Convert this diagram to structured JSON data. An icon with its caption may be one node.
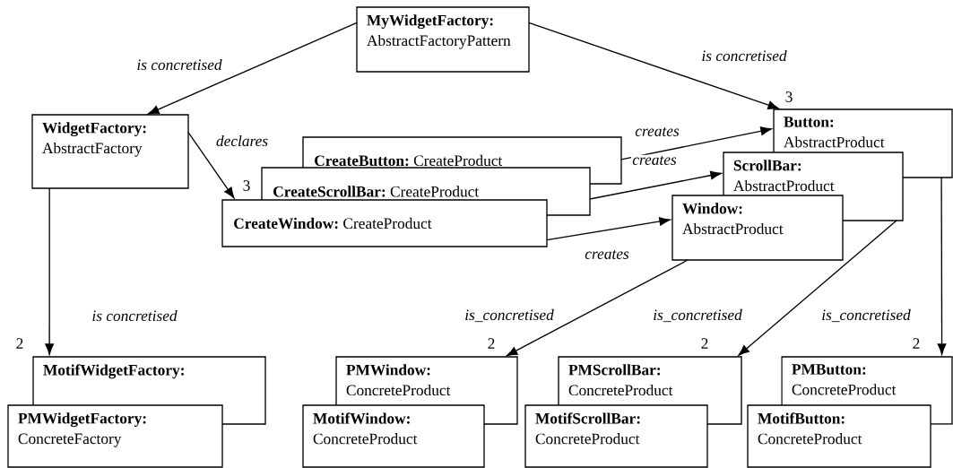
{
  "diagram": {
    "nodes": [
      {
        "text": [
          "MyWidgetFactory:",
          "AbstractFactoryPattern"
        ]
      },
      {
        "text": [
          "WidgetFactory:",
          "AbstractFactory"
        ]
      },
      {
        "text": [
          "CreateButton:",
          "CreateProduct"
        ]
      },
      {
        "text": [
          "CreateScrollBar:",
          "CreateProduct"
        ]
      },
      {
        "text": [
          "CreateWindow:",
          "CreateProduct"
        ],
        "beside": [
          "3"
        ]
      },
      {
        "text": [
          "Button:",
          "AbstractProduct"
        ],
        "beside": [
          "3"
        ]
      },
      {
        "text": [
          "ScrollBar:",
          "AbstractProduct"
        ]
      },
      {
        "text": [
          "Window:",
          "AbstractProduct"
        ]
      },
      {
        "text": [
          "MotifWidgetFactory:"
        ],
        "beside": [
          "2"
        ]
      },
      {
        "text": [
          "PMWidgetFactory:",
          "ConcreteFactory"
        ]
      },
      {
        "text": [
          "PMWindow:",
          "ConcreteProduct"
        ],
        "beside": [
          "2"
        ]
      },
      {
        "text": [
          "MotifWindow:",
          "ConcreteProduct"
        ]
      },
      {
        "text": [
          "PMScrollBar:",
          "ConcreteProduct"
        ],
        "beside": [
          "2"
        ]
      },
      {
        "text": [
          "MotifScrollBar:",
          "ConcreteProduct"
        ]
      },
      {
        "text": [
          "PMButton:",
          "ConcreteProduct"
        ],
        "beside": [
          "2"
        ]
      },
      {
        "text": [
          "MotifButton:",
          "ConcreteProduct"
        ]
      }
    ],
    "edges": [
      {
        "from": 0,
        "to": 1,
        "arrow": "to",
        "label": "is concretised"
      },
      {
        "from": 0,
        "to": 5,
        "arrow": "to",
        "label": "is concretised"
      },
      {
        "from": 1,
        "to": 4,
        "arrow": "to",
        "label": "declares"
      },
      {
        "from": 2,
        "to": 5,
        "arrow": "to",
        "label": "creates"
      },
      {
        "from": 3,
        "to": 6,
        "arrow": "to",
        "label": "creates"
      },
      {
        "from": 4,
        "to": 7,
        "arrow": "to",
        "label": "creates"
      },
      {
        "from": 1,
        "to": 8,
        "arrow": "to",
        "label": "is concretised"
      },
      {
        "from": 7,
        "to": 10,
        "arrow": "to",
        "label": "is_concretised"
      },
      {
        "from": 6,
        "to": 12,
        "arrow": "to",
        "label": "is_concretised"
      },
      {
        "from": 5,
        "to": 14,
        "arrow": "to",
        "label": "is_concretised"
      }
    ]
  }
}
